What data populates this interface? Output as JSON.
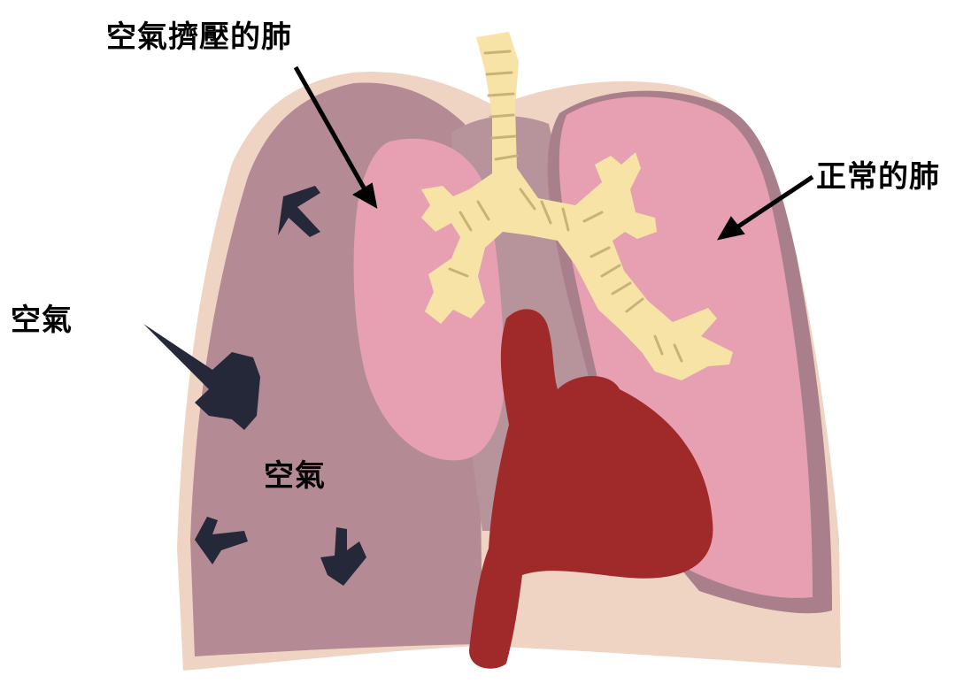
{
  "labels": {
    "collapsed_lung": "空氣擠壓的肺",
    "normal_lung": "正常的肺",
    "air_outside": "空氣",
    "air_inside": "空氣"
  },
  "colors": {
    "chest_wall": "#EFD4C4",
    "pleural_air": "#B48A95",
    "mediastinum": "#B7939C",
    "lung_pink": "#E6A0B1",
    "trachea": "#F7E3A6",
    "trachea_ring": "#C9B27A",
    "heart": "#A02A2A",
    "air_arrow": "#252838",
    "pointer": "#000000"
  }
}
